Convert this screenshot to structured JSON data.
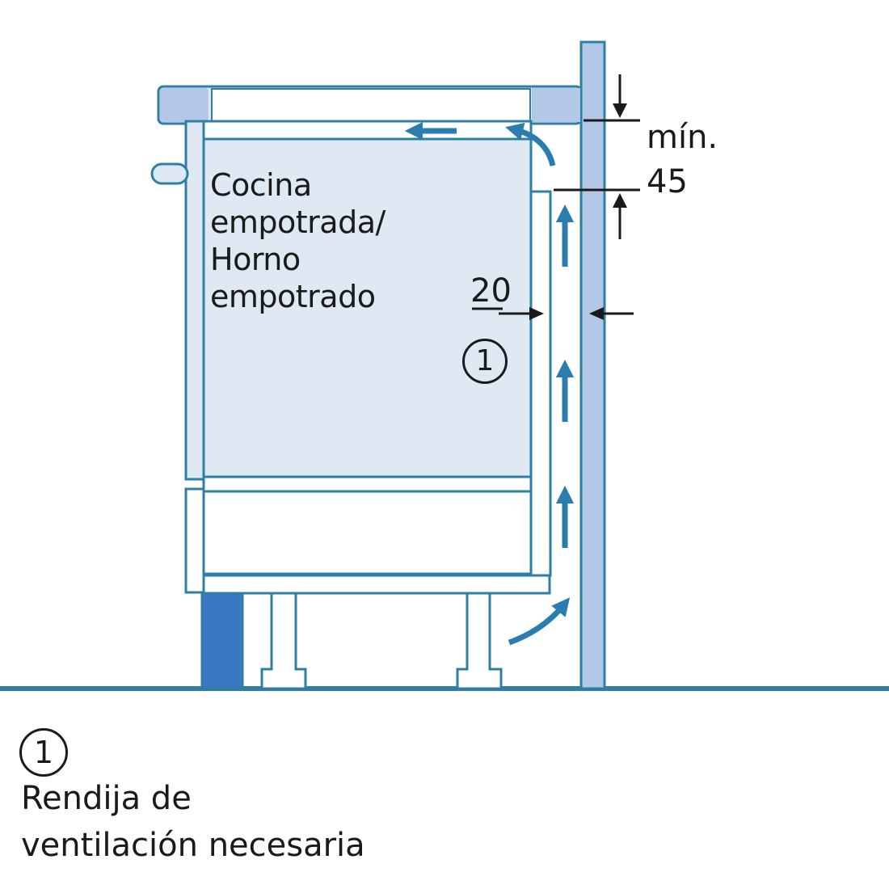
{
  "appliance_label": [
    "Cocina",
    "empotrada/",
    "Horno",
    "empotrado"
  ],
  "dimensions": {
    "top_gap_label": "mín.",
    "top_gap_value": "45",
    "side_gap_value": "20"
  },
  "marker": "1",
  "legend": {
    "marker": "1",
    "lines": [
      "Rendija de",
      "ventilación necesaria"
    ]
  },
  "colors": {
    "outline": "#2f7ea3",
    "fill": "#dfe9f3",
    "wall": "#b3c8e6",
    "accent": "#3a78c4",
    "arrow": "#2b7db0",
    "ink": "#1a1a1a"
  },
  "icons": [
    "airflow-arrow-icon",
    "dimension-arrow-icon"
  ]
}
